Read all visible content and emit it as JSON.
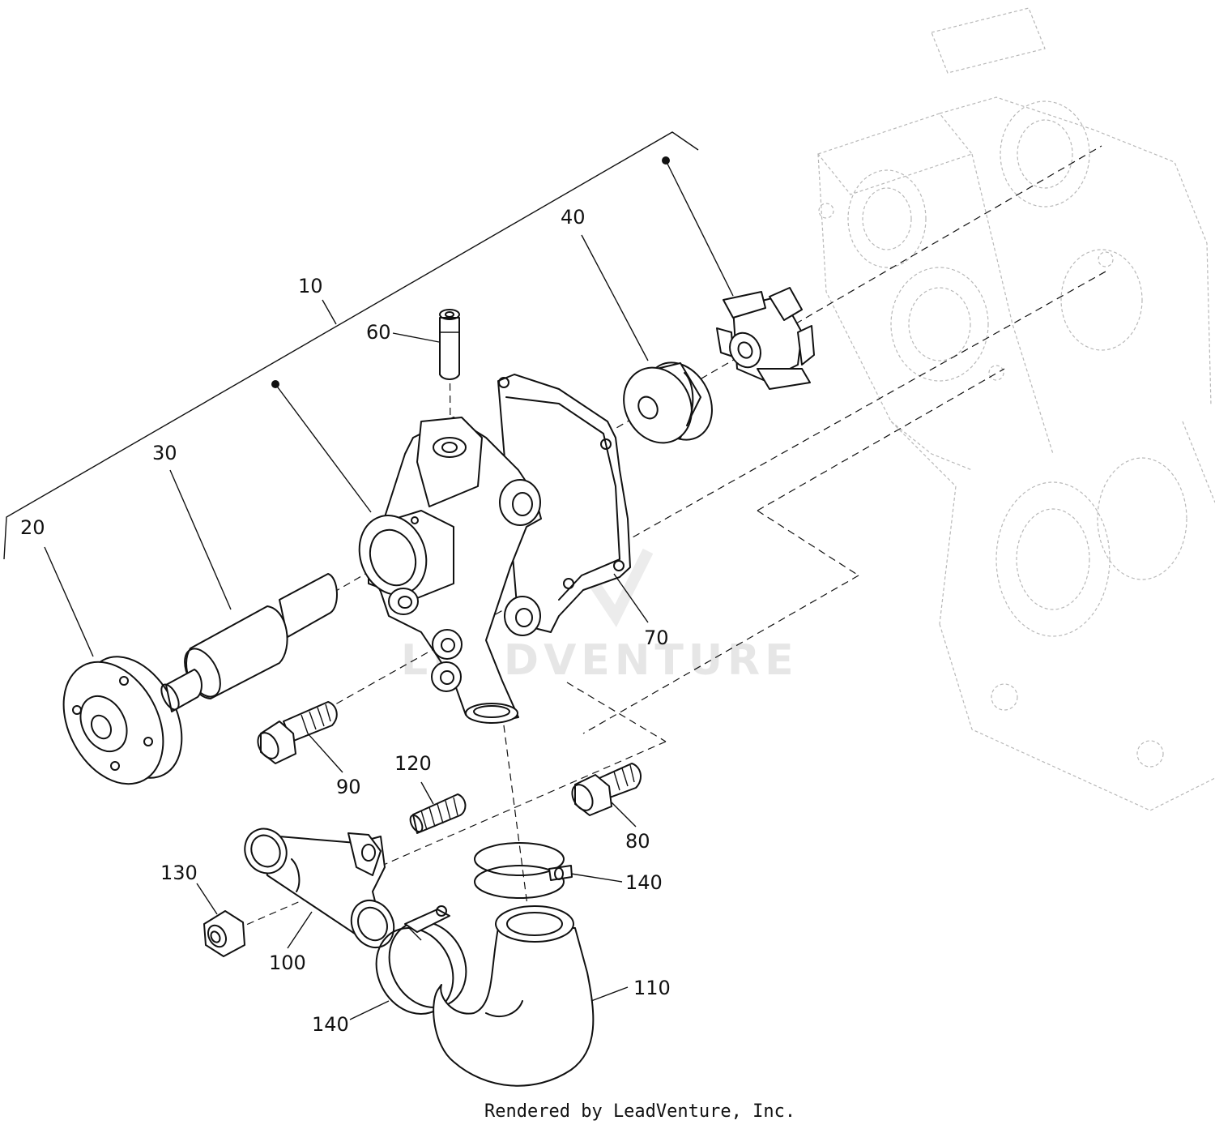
{
  "diagram": {
    "part_labels": {
      "p10": "10",
      "p20": "20",
      "p30": "30",
      "p40": "40",
      "p60": "60",
      "p70": "70",
      "p80": "80",
      "p90": "90",
      "p100": "100",
      "p110": "110",
      "p120": "120",
      "p130": "130",
      "p140a": "140",
      "p140b": "140"
    },
    "watermark": "LEADVENTURE",
    "footer": "Rendered by LeadVenture, Inc."
  }
}
